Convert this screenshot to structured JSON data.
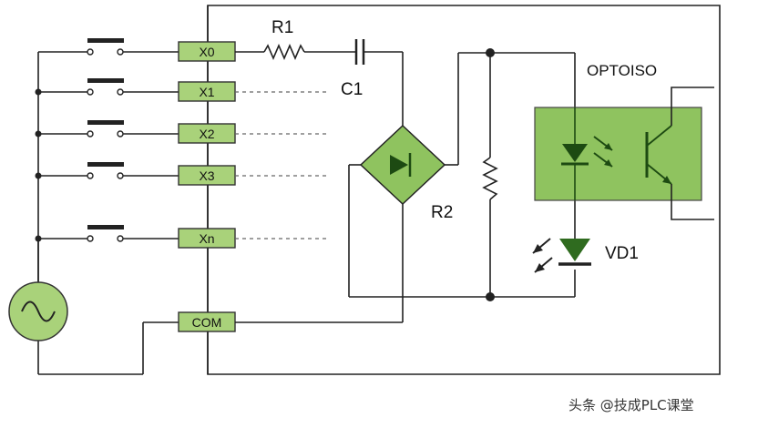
{
  "diagram": {
    "inputs": [
      {
        "label": "X0"
      },
      {
        "label": "X1"
      },
      {
        "label": "X2"
      },
      {
        "label": "X3"
      },
      {
        "label": "Xn"
      }
    ],
    "common": {
      "label": "COM"
    },
    "resistor1": {
      "label": "R1"
    },
    "capacitor1": {
      "label": "C1"
    },
    "resistor2": {
      "label": "R2"
    },
    "optoisolator": {
      "label": "OPTOISO",
      "fill_color": "#8fc35f"
    },
    "diode": {
      "label": "VD1",
      "color": "#2f6b1f"
    },
    "terminal_color": "#a9d27a",
    "ac_source_color": "#a9d27a",
    "ac_source_symbol": "~"
  },
  "watermark": {
    "text": "头条 @技成PLC课堂"
  }
}
